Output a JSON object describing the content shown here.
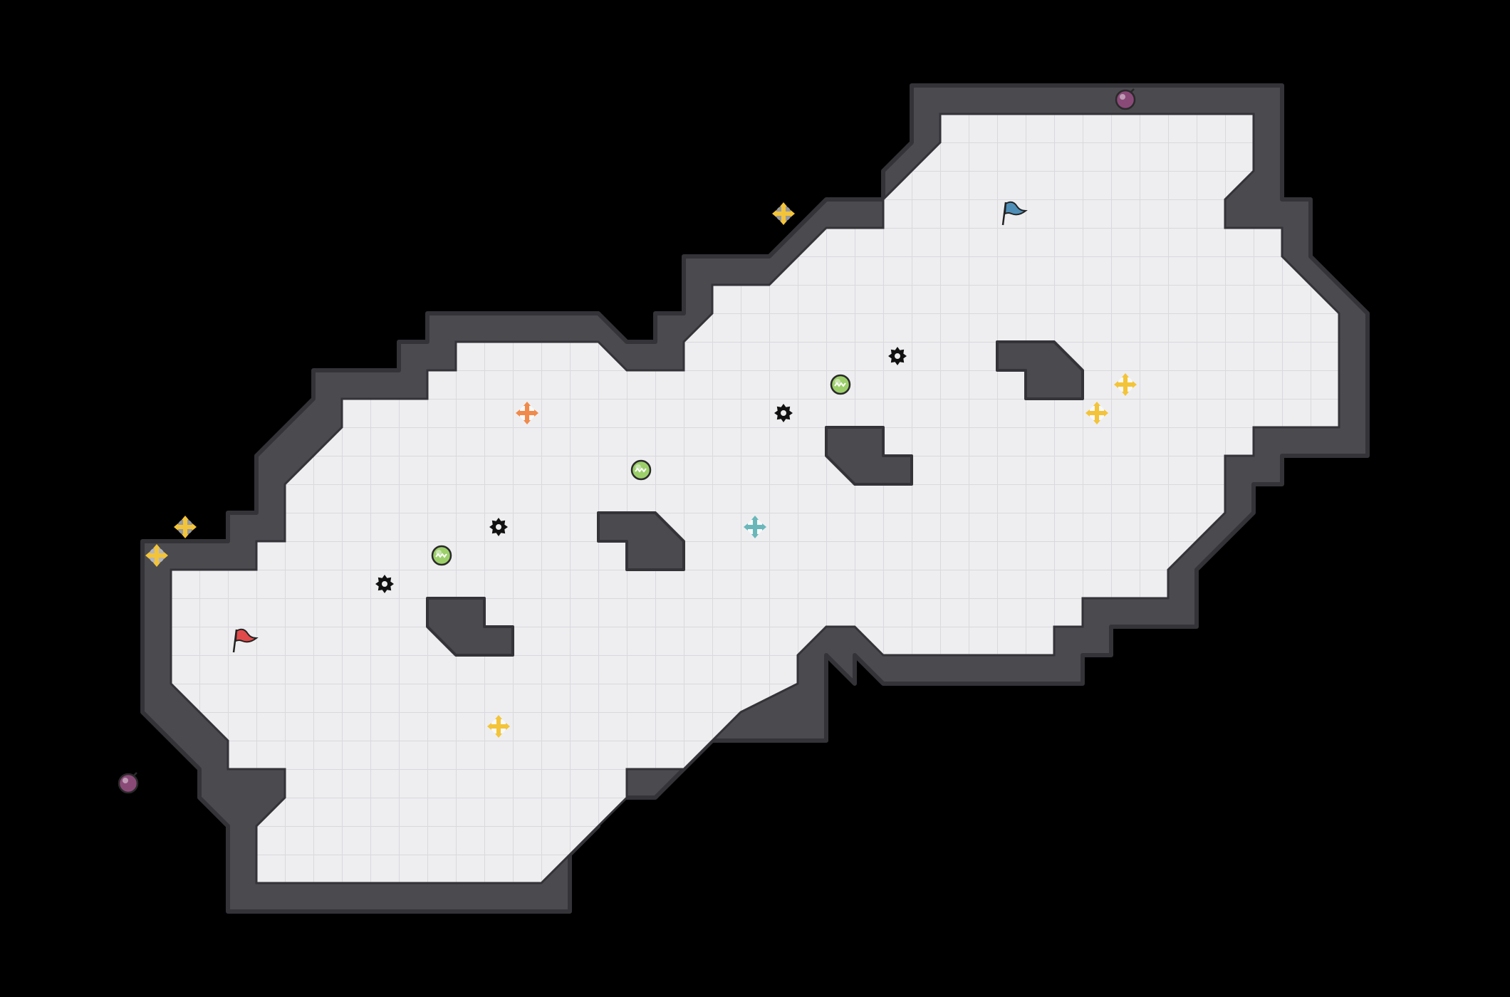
{
  "game": {
    "title": "",
    "grid": {
      "cols": 43,
      "rows": 29
    },
    "colors": {
      "background": "#000000",
      "floor": "#eeeef0",
      "grid_line": "#d9d9de",
      "wall": "#4a4a4f",
      "wall_edge": "#333338",
      "spawn_yellow": "#f3c43a",
      "spawn_orange": "#f08a4b",
      "spawn_teal": "#6ab7ba",
      "flag_red": "#e04a4a",
      "flag_blue": "#4f8fb7",
      "orb_purple": "#8a4a78",
      "orb_green": "#9ccf6a",
      "saw": "#111111"
    },
    "entities": [
      {
        "kind": "flag",
        "team": "red",
        "icon": "red-flag-icon",
        "cell": [
          8,
          22
        ]
      },
      {
        "kind": "flag",
        "team": "blue",
        "icon": "blue-flag-icon",
        "cell": [
          35,
          7
        ]
      },
      {
        "kind": "orb",
        "variant": "purple",
        "icon": "purple-orb-icon",
        "cell": [
          39,
          3
        ]
      },
      {
        "kind": "orb",
        "variant": "purple",
        "icon": "purple-orb-icon",
        "cell": [
          4,
          27
        ]
      },
      {
        "kind": "orb",
        "variant": "green",
        "icon": "green-orb-icon",
        "cell": [
          29,
          13
        ]
      },
      {
        "kind": "orb",
        "variant": "green",
        "icon": "green-orb-icon",
        "cell": [
          22,
          16
        ]
      },
      {
        "kind": "orb",
        "variant": "green",
        "icon": "green-orb-icon",
        "cell": [
          15,
          19
        ]
      },
      {
        "kind": "spawn",
        "variant": "yellow",
        "icon": "yellow-spawn-icon",
        "cell": [
          27,
          7
        ]
      },
      {
        "kind": "spawn",
        "variant": "yellow",
        "icon": "yellow-spawn-icon",
        "cell": [
          39,
          13
        ]
      },
      {
        "kind": "spawn",
        "variant": "yellow",
        "icon": "yellow-spawn-icon",
        "cell": [
          38,
          14
        ]
      },
      {
        "kind": "spawn",
        "variant": "yellow",
        "icon": "yellow-spawn-icon",
        "cell": [
          6,
          18
        ]
      },
      {
        "kind": "spawn",
        "variant": "yellow",
        "icon": "yellow-spawn-icon",
        "cell": [
          5,
          19
        ]
      },
      {
        "kind": "spawn",
        "variant": "yellow",
        "icon": "yellow-spawn-icon",
        "cell": [
          17,
          25
        ]
      },
      {
        "kind": "spawn",
        "variant": "orange",
        "icon": "orange-spawn-icon",
        "cell": [
          18,
          14
        ]
      },
      {
        "kind": "spawn",
        "variant": "teal",
        "icon": "teal-spawn-icon",
        "cell": [
          26,
          18
        ]
      },
      {
        "kind": "saw",
        "icon": "sawblade-icon",
        "cell": [
          31,
          12
        ]
      },
      {
        "kind": "saw",
        "icon": "sawblade-icon",
        "cell": [
          27,
          14
        ]
      },
      {
        "kind": "saw",
        "icon": "sawblade-icon",
        "cell": [
          17,
          18
        ]
      },
      {
        "kind": "saw",
        "icon": "sawblade-icon",
        "cell": [
          13,
          20
        ]
      }
    ]
  }
}
